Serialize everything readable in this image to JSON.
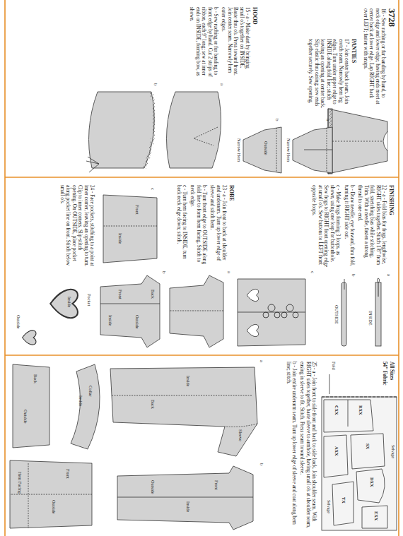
{
  "diagram": {
    "labels": [
      "3728",
      "16 - Sew ruching or fur banding by hand, to neck edge and lower edge, having ends meet at center back at lower edge. Lap RIGHT back over LEFT; fasten with snaps.",
      "PANTIES",
      "17 - Join center back seam. Join crotch seam. Narrowly hem leg edges. Turn under upper edge to INSIDE along fold line; stitch leaving an opening at center back. Slip elastic thru casing; sew ends together securely. Sew opening.",
      "a",
      "b",
      "Narrow Hem",
      "Narrow Hem",
      "Outside",
      "HOOD",
      "15 - a - Make dart by bringing small o's together on INSIDE. Baste thru o's. Press toward front. Join center seam. Narrowly hem outer edges.",
      "b - Sew ruching or fur banding to front edge by hand. Cut 2 strips of ribbon, each 9\" long; sew at inner ends on INSIDE, forming bow, as shown.",
      "a",
      "b",
      "FINISHING",
      "22 - a - Fold bias for frogs, lengthwise, RIGHT sides together. Stitch 1/8\" from fold, stretching bias while stitching. Trim. With a needle, fasten a strong thread to one end.",
      "b - Draw needle, eye forward, thru fold, turning it RIGHT side out.",
      "c - Make frogs forming 3 loops, as shown, using one loop for buttonhole. Sew frogs to RIGHT front opening edge at small o's. Sew buttons to LEFT front opposite loops.",
      "a",
      "INSIDE",
      "b",
      "OUTSIDE",
      "c",
      "ROBE",
      "23 - a - Join front to back at shoulder and underarm. Turn up lower edge of sleeve and stitch hem.",
      "b - Turn front edge to OUTSIDE along fold line to form hem facing. Stitch to neck edge.",
      "c - Turn hem facing to INSIDE, turn back neck edge down; stitch.",
      "a",
      "b",
      "c",
      "Front",
      "Inside",
      "Back",
      "Outside",
      "Front",
      "Inside",
      "24 - Face pockets, stitching to a point at inner corner, leaving an opening to turn. Clip to inner corners. Slip-stitch opening. On OUTSIDE, place pocket along pocket line on front. Stitch below small o's.",
      "Pocket",
      "Inside",
      "Outside",
      "All Sizes",
      "54\" Fabric",
      "Selvage",
      "Selvage",
      "Fold",
      "EXX",
      "DXX",
      "SX",
      "TX",
      "RXX",
      "CXX",
      "AXX",
      "25 - a - Join front to side front and back to side back. Join shoulder seam. With RIGHT sides together, baste sleeve to armhole, having small o's at shoulder seam, easing in sleeve to fit. Stitch. Press seam toward sleeve.",
      "b - Join entire underarm seam. Turn up lower edge of sleeve and coat along hem line; stitch.",
      "a",
      "b",
      "Inside",
      "Sleeve",
      "Back",
      "Front",
      "Inside",
      "Outside",
      "Collar",
      "Inside",
      "Back",
      "Outside",
      "Front",
      "Outside",
      "Hem Facing"
    ]
  }
}
